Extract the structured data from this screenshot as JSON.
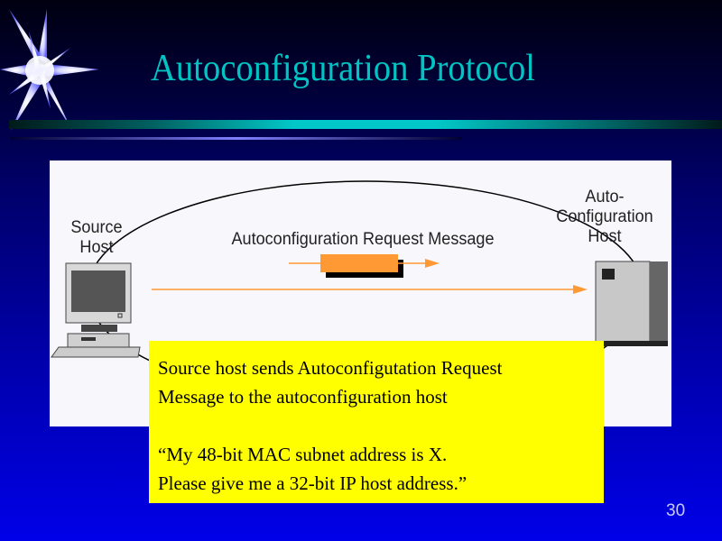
{
  "slide": {
    "title": "Autoconfiguration Protocol",
    "page_number": "30",
    "accent_color": "#00c4c4"
  },
  "diagram": {
    "source_label_line1": "Source",
    "source_label_line2": "Host",
    "target_label_line1": "Auto-",
    "target_label_line2": "Configuration",
    "target_label_line3": "Host",
    "message_label": "Autoconfiguration Request Message",
    "arrow_color": "#ff9933"
  },
  "note": {
    "line1": "Source host sends Autoconfigutation Request",
    "line2": "Message to the autoconfiguration host",
    "line3": "“My 48-bit MAC subnet address is X.",
    "line4": "Please give me a 32-bit IP host address.”"
  }
}
